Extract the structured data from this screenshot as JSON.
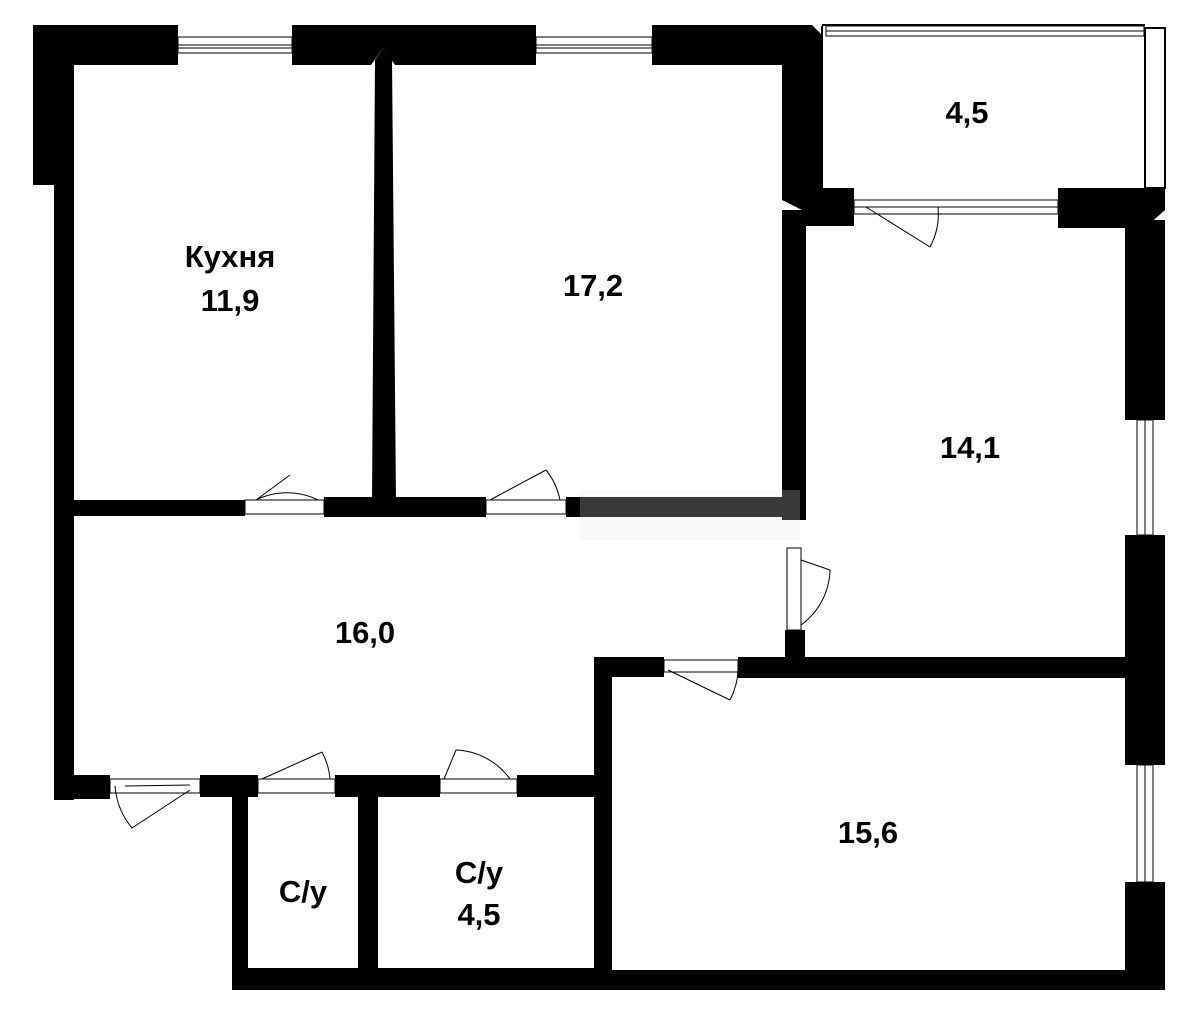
{
  "plan": {
    "colors": {
      "wall": "#000000",
      "background": "#ffffff"
    },
    "rooms": [
      {
        "id": "kitchen",
        "name": "Кухня",
        "area": "11,9"
      },
      {
        "id": "room-172",
        "name": "",
        "area": "17,2"
      },
      {
        "id": "balcony",
        "name": "",
        "area": "4,5"
      },
      {
        "id": "room-141",
        "name": "",
        "area": "14,1"
      },
      {
        "id": "hall",
        "name": "",
        "area": "16,0"
      },
      {
        "id": "room-156",
        "name": "",
        "area": "15,6"
      },
      {
        "id": "wc-small",
        "name": "С/у",
        "area": ""
      },
      {
        "id": "wc-large",
        "name": "С/у",
        "area": "4,5"
      }
    ]
  }
}
